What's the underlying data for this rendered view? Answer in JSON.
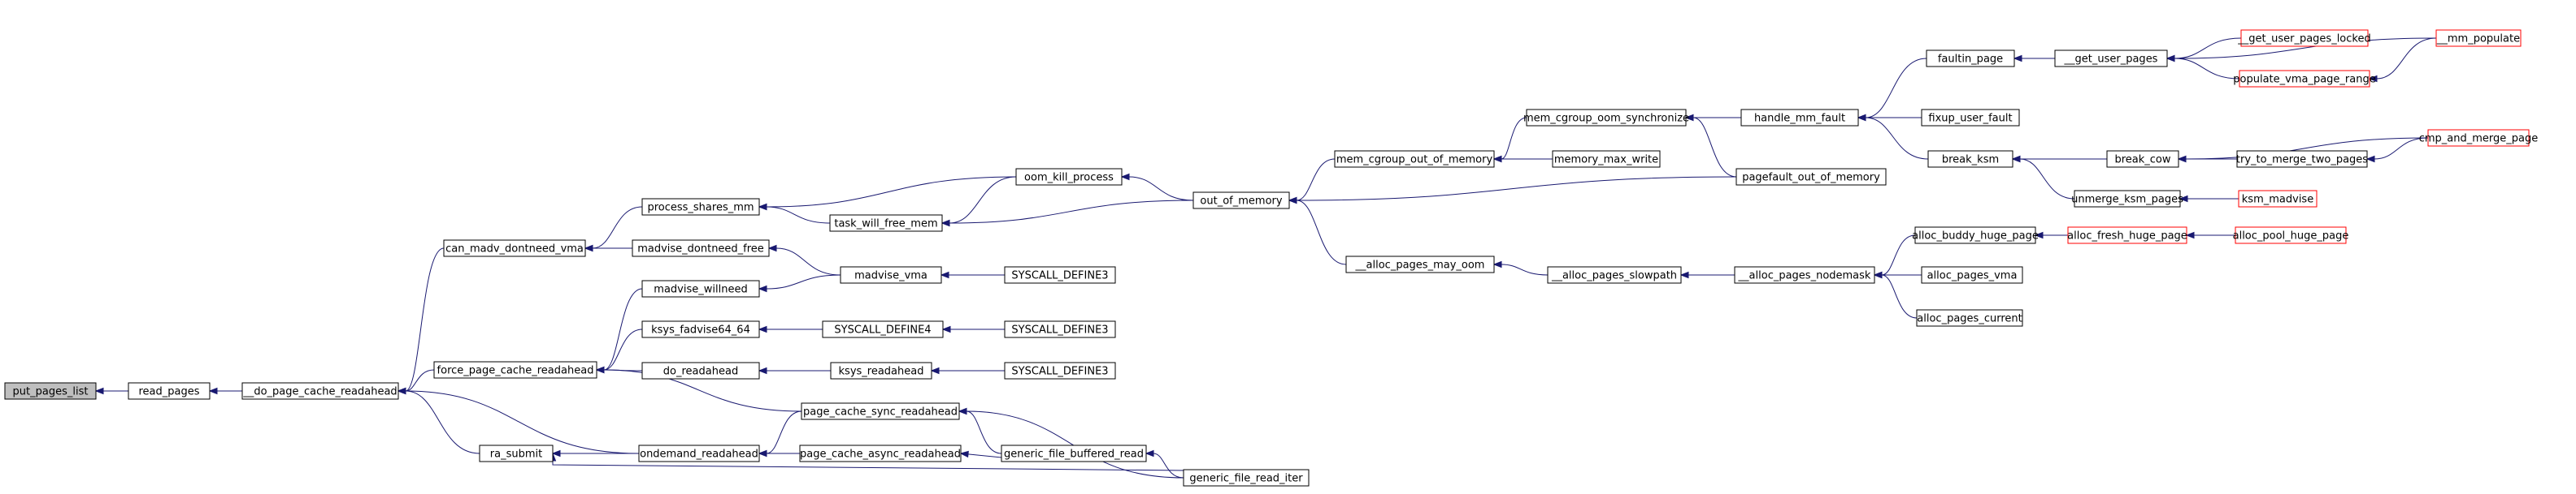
{
  "colors": {
    "focus_fill": "#bfbfbf",
    "node_fill": "#ffffff",
    "node_border": "#000000",
    "truncated_border": "#ff0000",
    "edge": "#191970"
  },
  "nodes": {
    "put_pages_list": {
      "label": "put_pages_list",
      "style": "focus"
    },
    "read_pages": {
      "label": "read_pages"
    },
    "do_page_cache_readahead": {
      "label": "__do_page_cache_readahead"
    },
    "can_madv_dontneed_vma": {
      "label": "can_madv_dontneed_vma"
    },
    "force_page_cache_readahead": {
      "label": "force_page_cache_readahead"
    },
    "ra_submit": {
      "label": "ra_submit"
    },
    "ondemand_readahead": {
      "label": "ondemand_readahead"
    },
    "process_shares_mm": {
      "label": "process_shares_mm"
    },
    "madvise_dontneed_free": {
      "label": "madvise_dontneed_free"
    },
    "madvise_willneed": {
      "label": "madvise_willneed"
    },
    "ksys_fadvise64_64": {
      "label": "ksys_fadvise64_64"
    },
    "do_readahead": {
      "label": "do_readahead"
    },
    "page_cache_sync_readahead": {
      "label": "page_cache_sync_readahead"
    },
    "page_cache_async_readahead": {
      "label": "page_cache_async_readahead"
    },
    "task_will_free_mem": {
      "label": "task_will_free_mem"
    },
    "oom_kill_process": {
      "label": "oom_kill_process"
    },
    "madvise_vma": {
      "label": "madvise_vma"
    },
    "syscall_define4": {
      "label": "SYSCALL_DEFINE4"
    },
    "ksys_readahead": {
      "label": "ksys_readahead"
    },
    "generic_file_buffered_read": {
      "label": "generic_file_buffered_read"
    },
    "generic_file_read_iter": {
      "label": "generic_file_read_iter"
    },
    "syscall_define3_a": {
      "label": "SYSCALL_DEFINE3"
    },
    "syscall_define3_b": {
      "label": "SYSCALL_DEFINE3"
    },
    "syscall_define3_c": {
      "label": "SYSCALL_DEFINE3"
    },
    "out_of_memory": {
      "label": "out_of_memory"
    },
    "mem_cgroup_out_of_memory": {
      "label": "mem_cgroup_out_of_memory"
    },
    "alloc_pages_may_oom": {
      "label": "__alloc_pages_may_oom"
    },
    "mem_cgroup_oom_synchronize": {
      "label": "mem_cgroup_oom_synchronize"
    },
    "memory_max_write": {
      "label": "memory_max_write"
    },
    "alloc_pages_slowpath": {
      "label": "__alloc_pages_slowpath"
    },
    "handle_mm_fault": {
      "label": "handle_mm_fault"
    },
    "pagefault_out_of_memory": {
      "label": "pagefault_out_of_memory"
    },
    "alloc_pages_nodemask": {
      "label": "__alloc_pages_nodemask"
    },
    "faultin_page": {
      "label": "faultin_page"
    },
    "fixup_user_fault": {
      "label": "fixup_user_fault"
    },
    "break_ksm": {
      "label": "break_ksm"
    },
    "alloc_buddy_huge_page": {
      "label": "alloc_buddy_huge_page"
    },
    "alloc_pages_vma": {
      "label": "alloc_pages_vma"
    },
    "alloc_pages_current": {
      "label": "alloc_pages_current"
    },
    "get_user_pages": {
      "label": "__get_user_pages"
    },
    "break_cow": {
      "label": "break_cow"
    },
    "unmerge_ksm_pages": {
      "label": "unmerge_ksm_pages"
    },
    "alloc_fresh_huge_page": {
      "label": "alloc_fresh_huge_page",
      "style": "truncated"
    },
    "get_user_pages_locked": {
      "label": "__get_user_pages_locked",
      "style": "truncated"
    },
    "populate_vma_page_range": {
      "label": "populate_vma_page_range",
      "style": "truncated"
    },
    "try_to_merge_two_pages": {
      "label": "try_to_merge_two_pages"
    },
    "ksm_madvise": {
      "label": "ksm_madvise",
      "style": "truncated"
    },
    "alloc_pool_huge_page": {
      "label": "alloc_pool_huge_page",
      "style": "truncated"
    },
    "mm_populate": {
      "label": "__mm_populate",
      "style": "truncated"
    },
    "cmp_and_merge_page": {
      "label": "cmp_and_merge_page",
      "style": "truncated"
    }
  },
  "edges": [
    [
      "read_pages",
      "put_pages_list"
    ],
    [
      "do_page_cache_readahead",
      "read_pages"
    ],
    [
      "can_madv_dontneed_vma",
      "do_page_cache_readahead"
    ],
    [
      "force_page_cache_readahead",
      "do_page_cache_readahead"
    ],
    [
      "ra_submit",
      "do_page_cache_readahead"
    ],
    [
      "ondemand_readahead",
      "do_page_cache_readahead"
    ],
    [
      "process_shares_mm",
      "can_madv_dontneed_vma"
    ],
    [
      "madvise_dontneed_free",
      "can_madv_dontneed_vma"
    ],
    [
      "madvise_willneed",
      "force_page_cache_readahead"
    ],
    [
      "ksys_fadvise64_64",
      "force_page_cache_readahead"
    ],
    [
      "do_readahead",
      "force_page_cache_readahead"
    ],
    [
      "page_cache_sync_readahead",
      "force_page_cache_readahead"
    ],
    [
      "ondemand_readahead",
      "ra_submit"
    ],
    [
      "generic_file_read_iter",
      "ra_submit"
    ],
    [
      "page_cache_sync_readahead",
      "ondemand_readahead"
    ],
    [
      "page_cache_async_readahead",
      "ondemand_readahead"
    ],
    [
      "task_will_free_mem",
      "process_shares_mm"
    ],
    [
      "oom_kill_process",
      "process_shares_mm"
    ],
    [
      "oom_kill_process",
      "task_will_free_mem"
    ],
    [
      "out_of_memory",
      "task_will_free_mem"
    ],
    [
      "out_of_memory",
      "oom_kill_process"
    ],
    [
      "madvise_vma",
      "madvise_dontneed_free"
    ],
    [
      "madvise_vma",
      "madvise_willneed"
    ],
    [
      "syscall_define3_a",
      "madvise_vma"
    ],
    [
      "syscall_define4",
      "ksys_fadvise64_64"
    ],
    [
      "syscall_define3_b",
      "syscall_define4"
    ],
    [
      "ksys_readahead",
      "do_readahead"
    ],
    [
      "syscall_define3_c",
      "ksys_readahead"
    ],
    [
      "generic_file_buffered_read",
      "page_cache_sync_readahead"
    ],
    [
      "generic_file_read_iter",
      "page_cache_sync_readahead"
    ],
    [
      "generic_file_buffered_read",
      "page_cache_async_readahead"
    ],
    [
      "generic_file_read_iter",
      "generic_file_buffered_read"
    ],
    [
      "mem_cgroup_out_of_memory",
      "out_of_memory"
    ],
    [
      "alloc_pages_may_oom",
      "out_of_memory"
    ],
    [
      "pagefault_out_of_memory",
      "out_of_memory"
    ],
    [
      "mem_cgroup_oom_synchronize",
      "mem_cgroup_out_of_memory"
    ],
    [
      "memory_max_write",
      "mem_cgroup_out_of_memory"
    ],
    [
      "handle_mm_fault",
      "mem_cgroup_oom_synchronize"
    ],
    [
      "pagefault_out_of_memory",
      "mem_cgroup_oom_synchronize"
    ],
    [
      "alloc_pages_slowpath",
      "alloc_pages_may_oom"
    ],
    [
      "alloc_pages_nodemask",
      "alloc_pages_slowpath"
    ],
    [
      "faultin_page",
      "handle_mm_fault"
    ],
    [
      "fixup_user_fault",
      "handle_mm_fault"
    ],
    [
      "break_ksm",
      "handle_mm_fault"
    ],
    [
      "alloc_buddy_huge_page",
      "alloc_pages_nodemask"
    ],
    [
      "alloc_pages_vma",
      "alloc_pages_nodemask"
    ],
    [
      "alloc_pages_current",
      "alloc_pages_nodemask"
    ],
    [
      "get_user_pages",
      "faultin_page"
    ],
    [
      "break_cow",
      "break_ksm"
    ],
    [
      "unmerge_ksm_pages",
      "break_ksm"
    ],
    [
      "alloc_fresh_huge_page",
      "alloc_buddy_huge_page"
    ],
    [
      "get_user_pages_locked",
      "get_user_pages"
    ],
    [
      "populate_vma_page_range",
      "get_user_pages"
    ],
    [
      "mm_populate",
      "get_user_pages"
    ],
    [
      "cmp_and_merge_page",
      "break_cow"
    ],
    [
      "try_to_merge_two_pages",
      "break_cow"
    ],
    [
      "ksm_madvise",
      "unmerge_ksm_pages"
    ],
    [
      "alloc_pool_huge_page",
      "alloc_fresh_huge_page"
    ],
    [
      "mm_populate",
      "populate_vma_page_range"
    ],
    [
      "cmp_and_merge_page",
      "try_to_merge_two_pages"
    ]
  ]
}
